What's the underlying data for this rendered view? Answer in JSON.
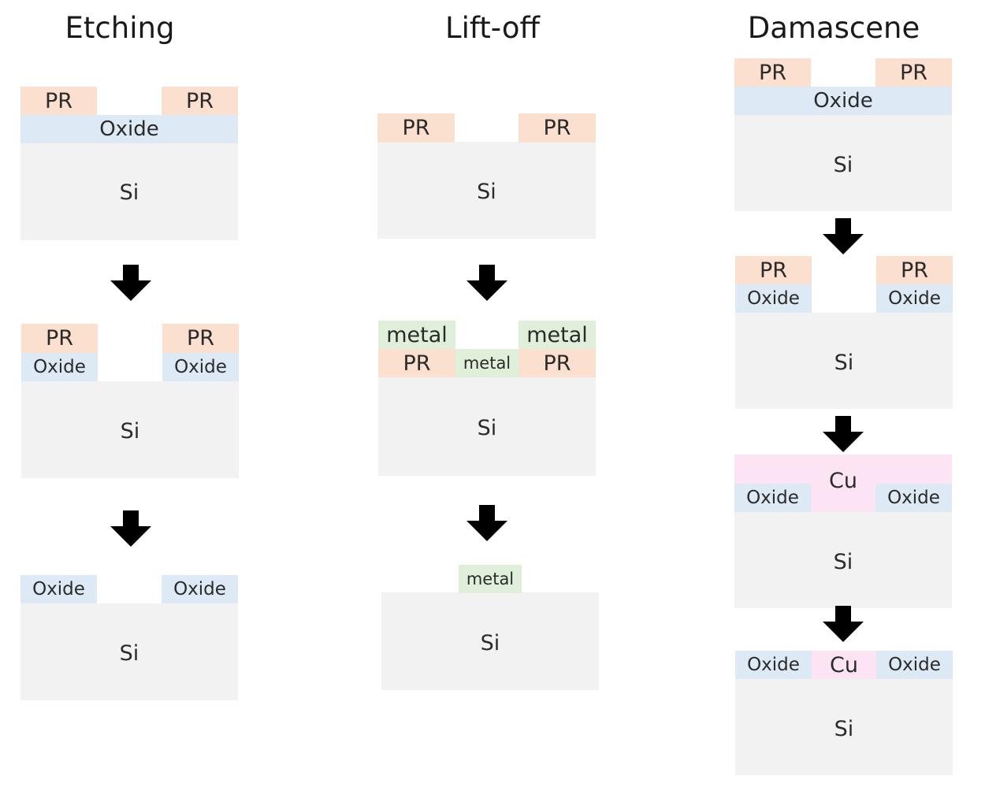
{
  "titles": {
    "etching": "Etching",
    "liftoff": "Lift-off",
    "damascene": "Damascene"
  },
  "labels": {
    "pr": "PR",
    "oxide": "Oxide",
    "si": "Si",
    "metal": "metal",
    "cu": "Cu"
  },
  "icons": {
    "step_arrow": "down-arrow-icon"
  },
  "colors": {
    "pr": "#fbdfcf",
    "oxide": "#dde9f5",
    "si": "#f2f2f2",
    "metal": "#e0efd9",
    "cu": "#fce4f4",
    "arrow": "#000000"
  }
}
